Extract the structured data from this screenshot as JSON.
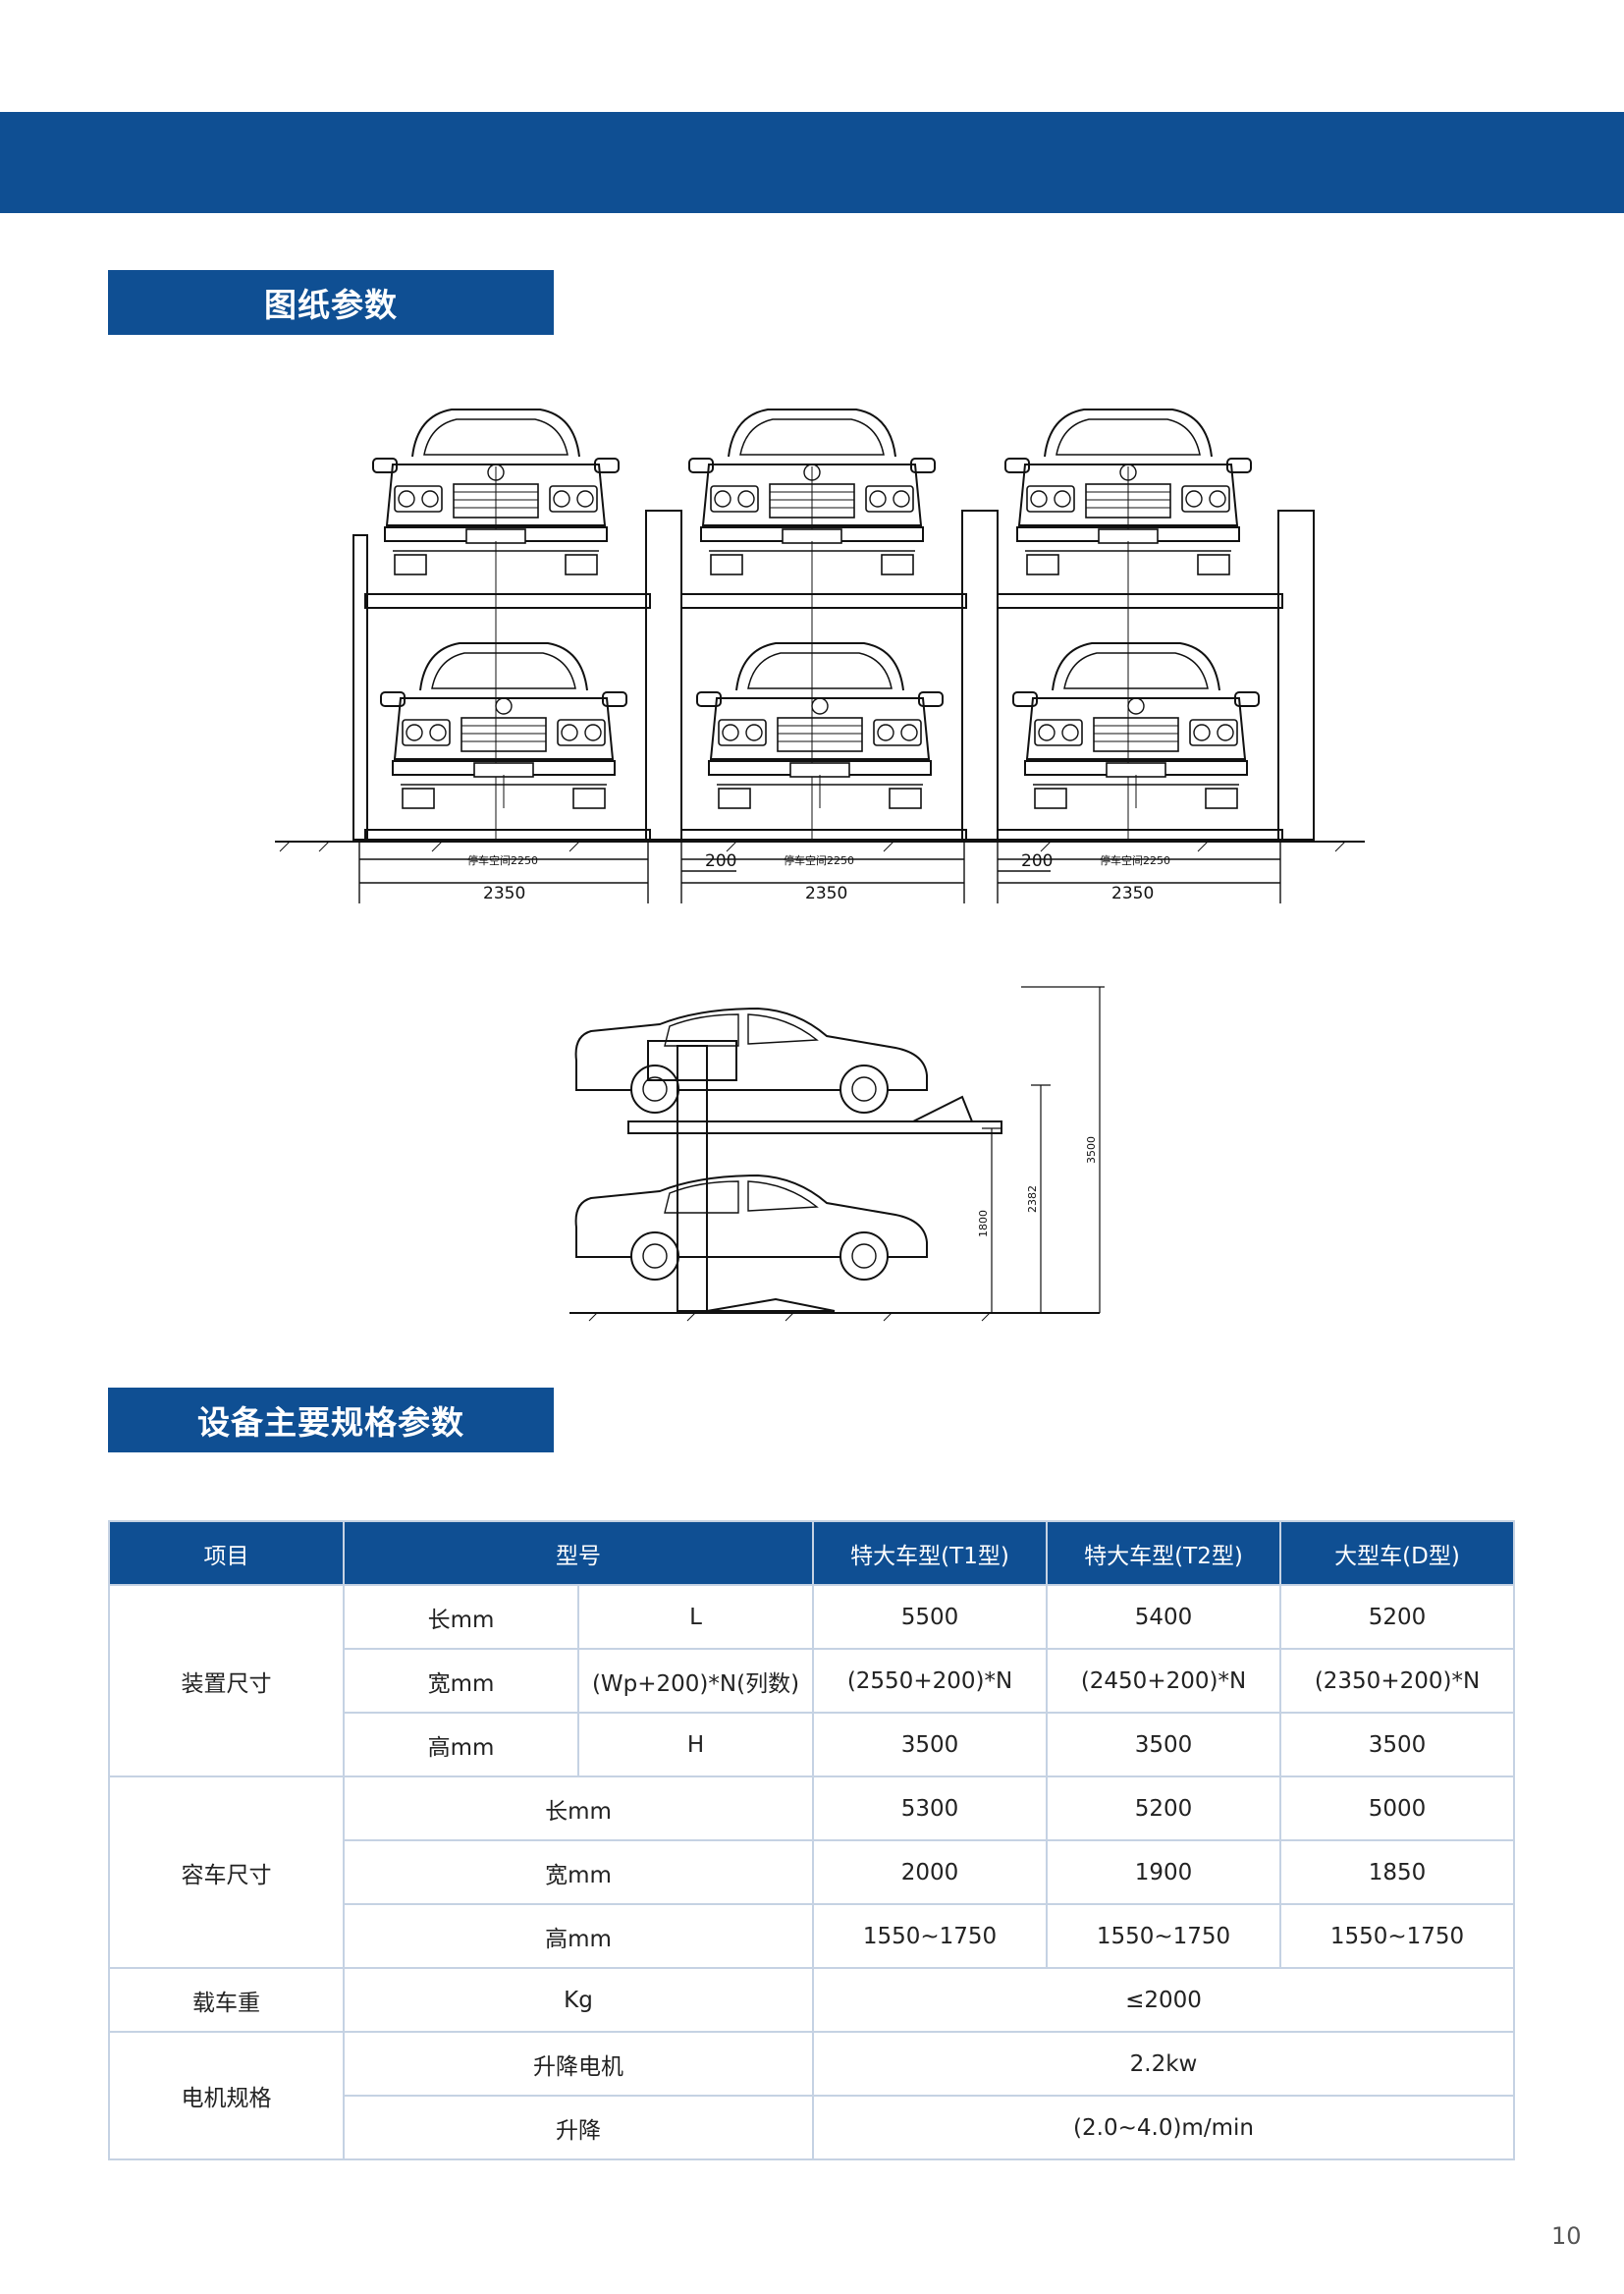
{
  "sections": {
    "drawing_title": "图纸参数",
    "spec_title": "设备主要规格参数"
  },
  "front_drawing": {
    "dims": {
      "inner_label": "停车空间2250",
      "width": "2350",
      "gap": "200"
    }
  },
  "side_drawing": {
    "dims": {
      "total_height": "3500",
      "upper_level": "2382",
      "lower_clearance": "1800"
    }
  },
  "table": {
    "headers": {
      "item": "项目",
      "model": "型号",
      "t1": "特大车型(T1型)",
      "t2": "特大车型(T2型)",
      "d": "大型车(D型)"
    },
    "device_size": {
      "label": "装置尺寸",
      "rows": [
        {
          "param": "长mm",
          "symbol": "L",
          "t1": "5500",
          "t2": "5400",
          "d": "5200"
        },
        {
          "param": "宽mm",
          "symbol": "(Wp+200)*N(列数)",
          "t1": "(2550+200)*N",
          "t2": "(2450+200)*N",
          "d": "(2350+200)*N"
        },
        {
          "param": "高mm",
          "symbol": "H",
          "t1": "3500",
          "t2": "3500",
          "d": "3500"
        }
      ]
    },
    "car_size": {
      "label": "容车尺寸",
      "rows": [
        {
          "param": "长mm",
          "t1": "5300",
          "t2": "5200",
          "d": "5000"
        },
        {
          "param": "宽mm",
          "t1": "2000",
          "t2": "1900",
          "d": "1850"
        },
        {
          "param": "高mm",
          "t1": "1550~1750",
          "t2": "1550~1750",
          "d": "1550~1750"
        }
      ]
    },
    "load": {
      "label": "载车重",
      "unit": "Kg",
      "value": "≤2000"
    },
    "motor": {
      "label": "电机规格",
      "rows": [
        {
          "param": "升降电机",
          "value": "2.2kw"
        },
        {
          "param": "升降",
          "value": "(2.0~4.0)m/min"
        }
      ]
    }
  },
  "page_number": "10"
}
